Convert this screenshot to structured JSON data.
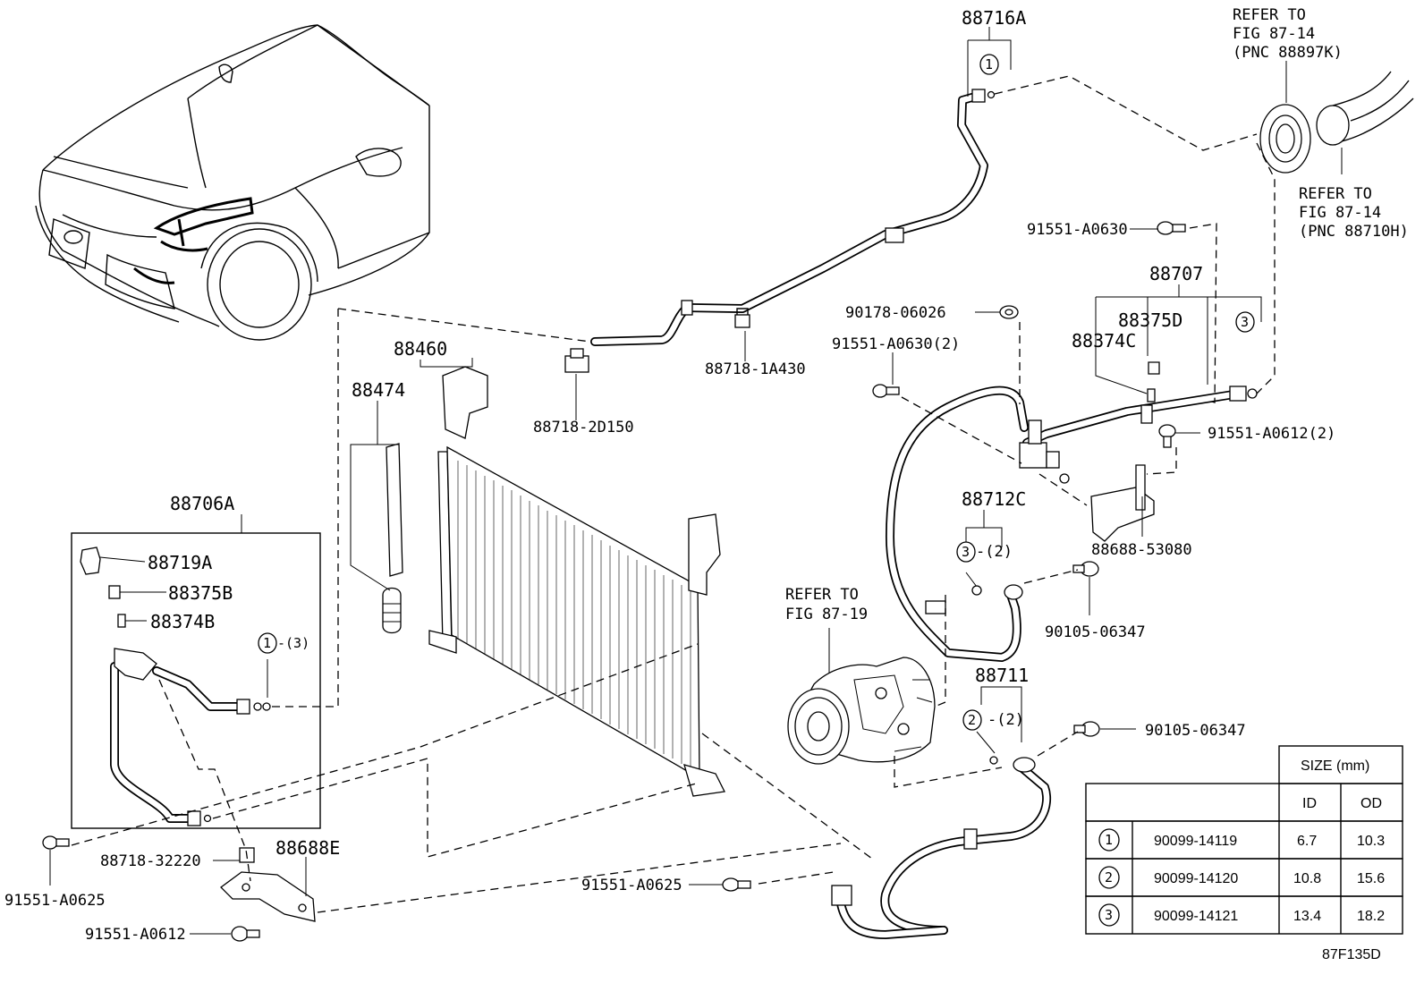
{
  "labels": {
    "p88716A": "88716A",
    "refer_top_1": "REFER TO",
    "refer_top_2": "FIG 87-14",
    "refer_top_3": "(PNC 88897K)",
    "refer_right_1": "REFER TO",
    "refer_right_2": "FIG 87-14",
    "refer_right_3": "(PNC 88710H)",
    "p91551_A0630_top": "91551-A0630",
    "p88707": "88707",
    "p90178_06026": "90178-06026",
    "p88375D": "88375D",
    "p91551_A0630_2": "91551-A0630(2)",
    "p88374C": "88374C",
    "p91551_A0612_2": "91551-A0612(2)",
    "p88460": "88460",
    "p88718_1A430": "88718-1A430",
    "p88474": "88474",
    "p88718_2D150": "88718-2D150",
    "p88712C": "88712C",
    "p88688_53080": "88688-53080",
    "p88706A": "88706A",
    "p88719A": "88719A",
    "p88375B": "88375B",
    "p88374B": "88374B",
    "note_1_3": "-(3)",
    "note_3_2": "-(2)",
    "note_2_2": "-(2)",
    "refer_mid_1": "REFER TO",
    "refer_mid_2": "FIG 87-19",
    "p90105_06347_a": "90105-06347",
    "p88711": "88711",
    "p90105_06347_b": "90105-06347",
    "p91551_A0625_left": "91551-A0625",
    "p88718_32220": "88718-32220",
    "p88688E": "88688E",
    "p91551_A0625_mid": "91551-A0625",
    "p91551_A0612": "91551-A0612",
    "figure_code": "87F135D",
    "circle_1": "1",
    "circle_2": "2",
    "circle_3": "3"
  },
  "size_table": {
    "header": "SIZE (mm)",
    "col_id": "ID",
    "col_od": "OD",
    "rows": [
      {
        "ref": "1",
        "part": "90099-14119",
        "id": "6.7",
        "od": "10.3"
      },
      {
        "ref": "2",
        "part": "90099-14120",
        "id": "10.8",
        "od": "15.6"
      },
      {
        "ref": "3",
        "part": "90099-14121",
        "id": "13.4",
        "od": "18.2"
      }
    ]
  }
}
